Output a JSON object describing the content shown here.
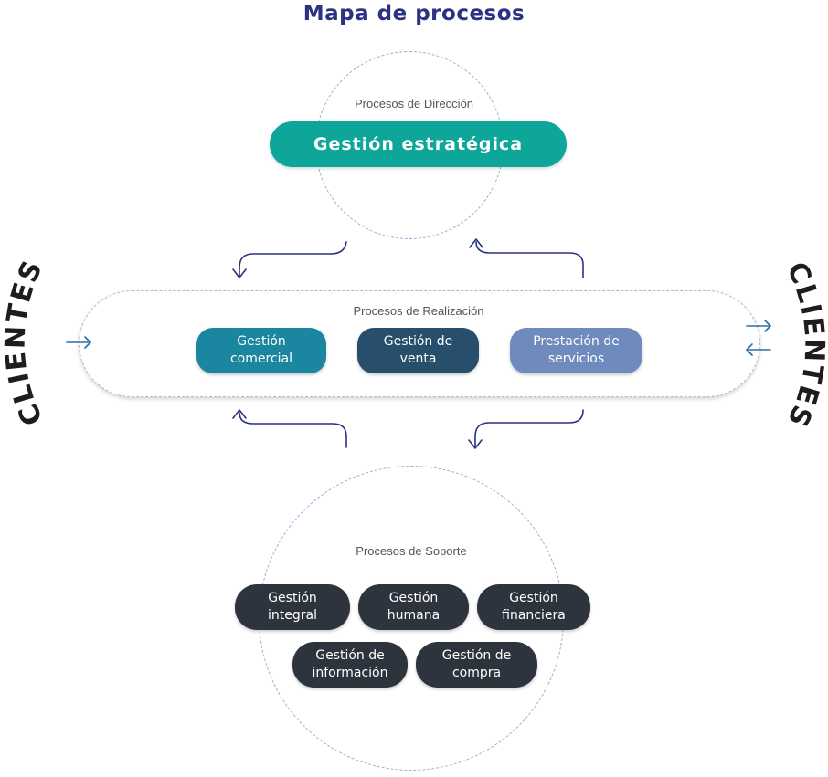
{
  "title": "Mapa de procesos",
  "direction": {
    "label": "Procesos de Dirección",
    "process": "Gestión estratégica",
    "color": "#0fa69a"
  },
  "realization": {
    "label": "Procesos de Realización",
    "processes": [
      {
        "label": "Gestión comercial",
        "color": "#1b869f"
      },
      {
        "label": "Gestión de venta",
        "color": "#274e6a"
      },
      {
        "label": "Prestación de servicios",
        "color": "#6f8abd"
      }
    ]
  },
  "support": {
    "label": "Procesos de Soporte",
    "processes": [
      {
        "label": "Gestión integral"
      },
      {
        "label": "Gestión humana"
      },
      {
        "label": "Gestión financiera"
      },
      {
        "label": "Gestión de información"
      },
      {
        "label": "Gestión de compra"
      }
    ],
    "color": "#2e343e"
  },
  "clients": {
    "left": "CLIENTES",
    "right": "CLIENTES"
  },
  "colors": {
    "title": "#2b3283",
    "flow_arrow": "#2b3283",
    "client_arrow": "#2a6fa8"
  },
  "icons": {
    "flow": "curved-arrow-icon",
    "client": "arrow-icon"
  }
}
